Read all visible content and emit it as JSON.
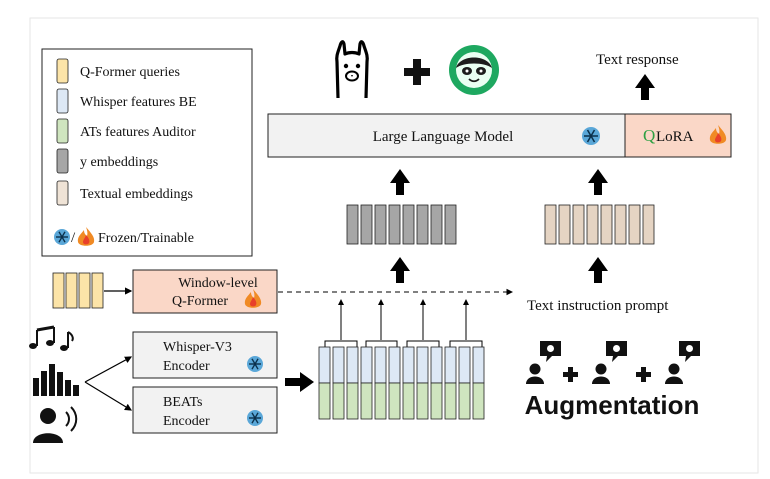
{
  "legend": {
    "items": [
      {
        "label": "Q-Former queries",
        "color": "#fce4a8"
      },
      {
        "label": "Whisper features  BE",
        "color": "#dde8f5"
      },
      {
        "label": "ATs features  Auditor",
        "color": "#cfe5bf"
      },
      {
        "label": "y embeddings",
        "color": "#a6a6a6"
      },
      {
        "label": "Textual embeddings",
        "color": "#efe3d6"
      }
    ],
    "frozen_trainable": "Frozen/Trainable"
  },
  "llm": {
    "label": "Large Language Model"
  },
  "qlora": {
    "q": "Q",
    "rest": "LoRA"
  },
  "text_response": "Text response",
  "text_instruction": "Text instruction prompt",
  "window_qformer": {
    "line1": "Window-level",
    "line2": "Q-Former"
  },
  "whisper_encoder": {
    "line1": "Whisper-V3",
    "line2": "Encoder"
  },
  "beats_encoder": {
    "line1": "BEATs",
    "line2": "Encoder"
  },
  "augmentation": "Augmentation",
  "colors": {
    "qformer_fill": "#fce4a8",
    "whisper_fill": "#dde8f5",
    "beats_fill": "#cfe5bf",
    "gray_token": "#a6a6a6",
    "text_token": "#e5d4c3",
    "window_box": "#fad7c7",
    "qlora_box": "#fad7c7",
    "llm_box": "#f2f2f2"
  }
}
